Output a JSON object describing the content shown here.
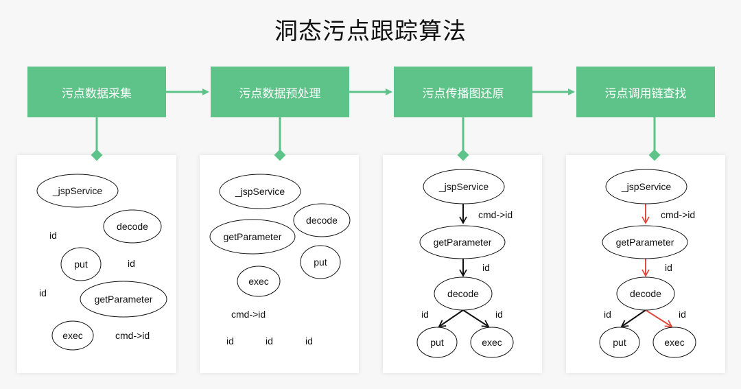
{
  "title": "洞态污点跟踪算法",
  "colors": {
    "stage_fill": "#5ec389",
    "connector": "#5ec389",
    "edge_default": "#111111",
    "edge_highlight": "#e04a3f"
  },
  "stages": [
    {
      "label": "污点数据采集"
    },
    {
      "label": "污点数据预处理"
    },
    {
      "label": "污点传播图还原"
    },
    {
      "label": "污点调用链查找"
    }
  ],
  "panels": [
    {
      "nodes": [
        {
          "label": "_jspService"
        },
        {
          "label": "decode"
        },
        {
          "label": "put"
        },
        {
          "label": "getParameter"
        },
        {
          "label": "exec"
        }
      ],
      "labels": [
        "id",
        "id",
        "id",
        "cmd->id"
      ]
    },
    {
      "nodes": [
        {
          "label": "_jspService"
        },
        {
          "label": "decode"
        },
        {
          "label": "getParameter"
        },
        {
          "label": "put"
        },
        {
          "label": "exec"
        }
      ],
      "labels": [
        "cmd->id",
        "id",
        "id",
        "id"
      ]
    },
    {
      "nodes": [
        {
          "label": "_jspService"
        },
        {
          "label": "getParameter"
        },
        {
          "label": "decode"
        },
        {
          "label": "put"
        },
        {
          "label": "exec"
        }
      ],
      "labels": [
        "cmd->id",
        "id",
        "id",
        "id"
      ]
    },
    {
      "nodes": [
        {
          "label": "_jspService"
        },
        {
          "label": "getParameter"
        },
        {
          "label": "decode"
        },
        {
          "label": "put"
        },
        {
          "label": "exec"
        }
      ],
      "labels": [
        "cmd->id",
        "id",
        "id",
        "id"
      ]
    }
  ]
}
